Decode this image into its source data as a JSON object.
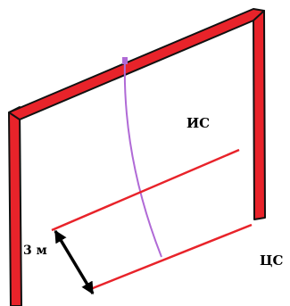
{
  "labels": {
    "ic": "ИС",
    "cs": "ЦС",
    "distance": "3 м"
  },
  "colors": {
    "frame": "#e8232a",
    "frame_outline": "#111111",
    "line": "#e8232a",
    "arc": "#b06ad6",
    "arrow": "#000000"
  }
}
